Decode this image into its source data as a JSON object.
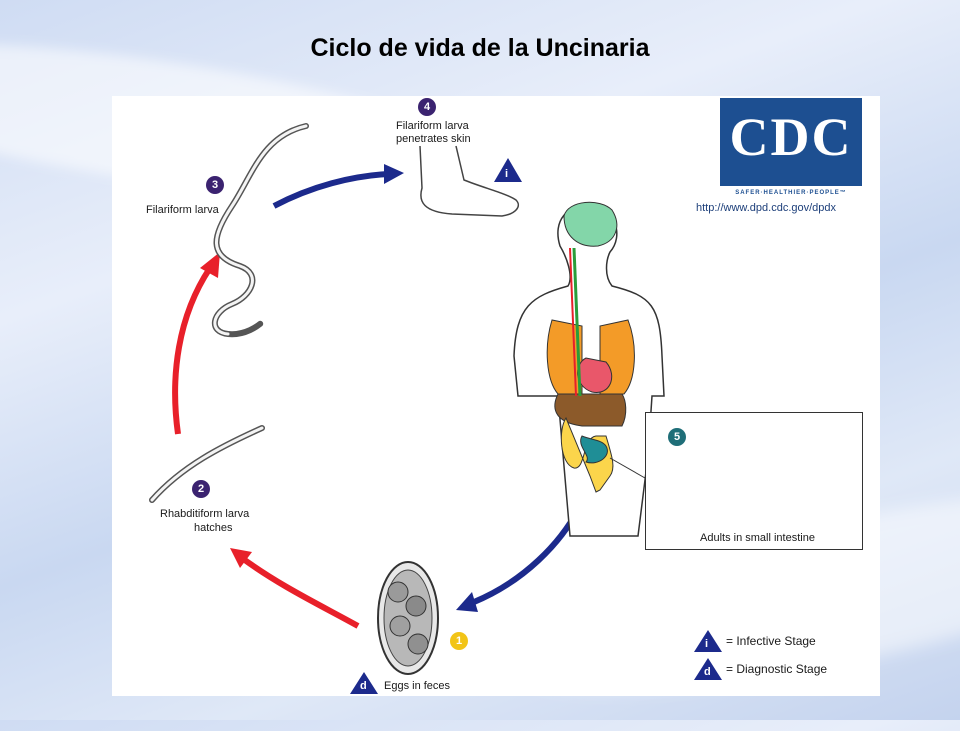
{
  "title": "Ciclo de vida de la Uncinaria",
  "stages": [
    {
      "number": "1",
      "label": "Eggs in feces",
      "marker": "d"
    },
    {
      "number": "2",
      "label": "Rhabditiform larva hatches"
    },
    {
      "number": "3",
      "label": "Filariform larva"
    },
    {
      "number": "4",
      "label": "Filariform larva penetrates skin",
      "marker": "i"
    },
    {
      "number": "5",
      "label": "Adults in small intestine"
    }
  ],
  "stage_lines": {
    "s2_line1": "Rhabditiform larva",
    "s2_line2": "hatches",
    "s4_line1": "Filariform larva",
    "s4_line2": "penetrates skin"
  },
  "legend": {
    "infective_marker": "i",
    "infective_text": "= Infective Stage",
    "diagnostic_marker": "d",
    "diagnostic_text": "= Diagnostic Stage"
  },
  "cdc": {
    "logo_text": "CDC",
    "tagline": "SAFER·HEALTHIER·PEOPLE™",
    "url": "http://www.dpd.cdc.gov/dpdx"
  },
  "colors": {
    "red_arrow": "#e8202a",
    "blue_arrow": "#1c2a8c",
    "stage_purple": "#3b2370",
    "stage_teal": "#1f6e78",
    "stage_yellow": "#f2c417",
    "cdc_blue": "#1d4f91"
  }
}
